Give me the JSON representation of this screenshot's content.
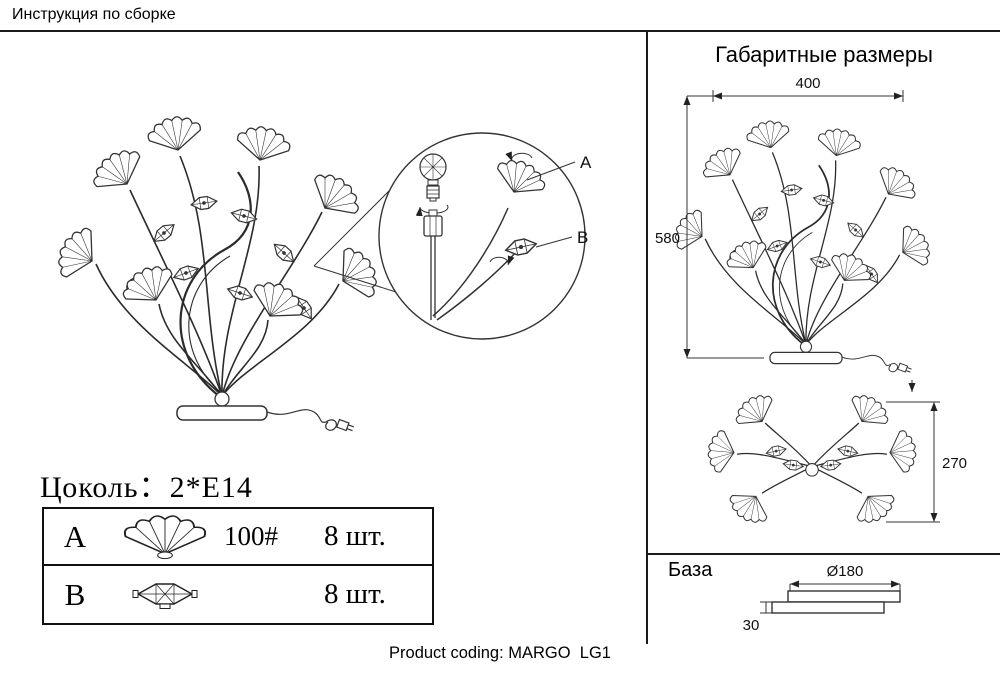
{
  "header": {
    "title": "Инструкция по сборке"
  },
  "detail": {
    "label_a": "A",
    "label_b": "B"
  },
  "socket": {
    "label": "Цоколь：2*E14"
  },
  "parts_table": {
    "row_a": {
      "letter": "A",
      "code": "100#",
      "qty": "8 шт."
    },
    "row_b": {
      "letter": "B",
      "qty": "8 шт."
    }
  },
  "dimensions": {
    "title": "Габаритные размеры",
    "width_mm": "400",
    "height_mm": "580",
    "top_view_mm": "270"
  },
  "base": {
    "title": "База",
    "diameter": "Ø180",
    "thickness": "30"
  },
  "footer": {
    "product_coding": "Product coding: MARGO  LG1"
  },
  "icons": {
    "part_a": "flower-shade",
    "part_b": "crystal-pendant"
  },
  "colors": {
    "ink": "#1a1a1a",
    "background": "#ffffff"
  }
}
